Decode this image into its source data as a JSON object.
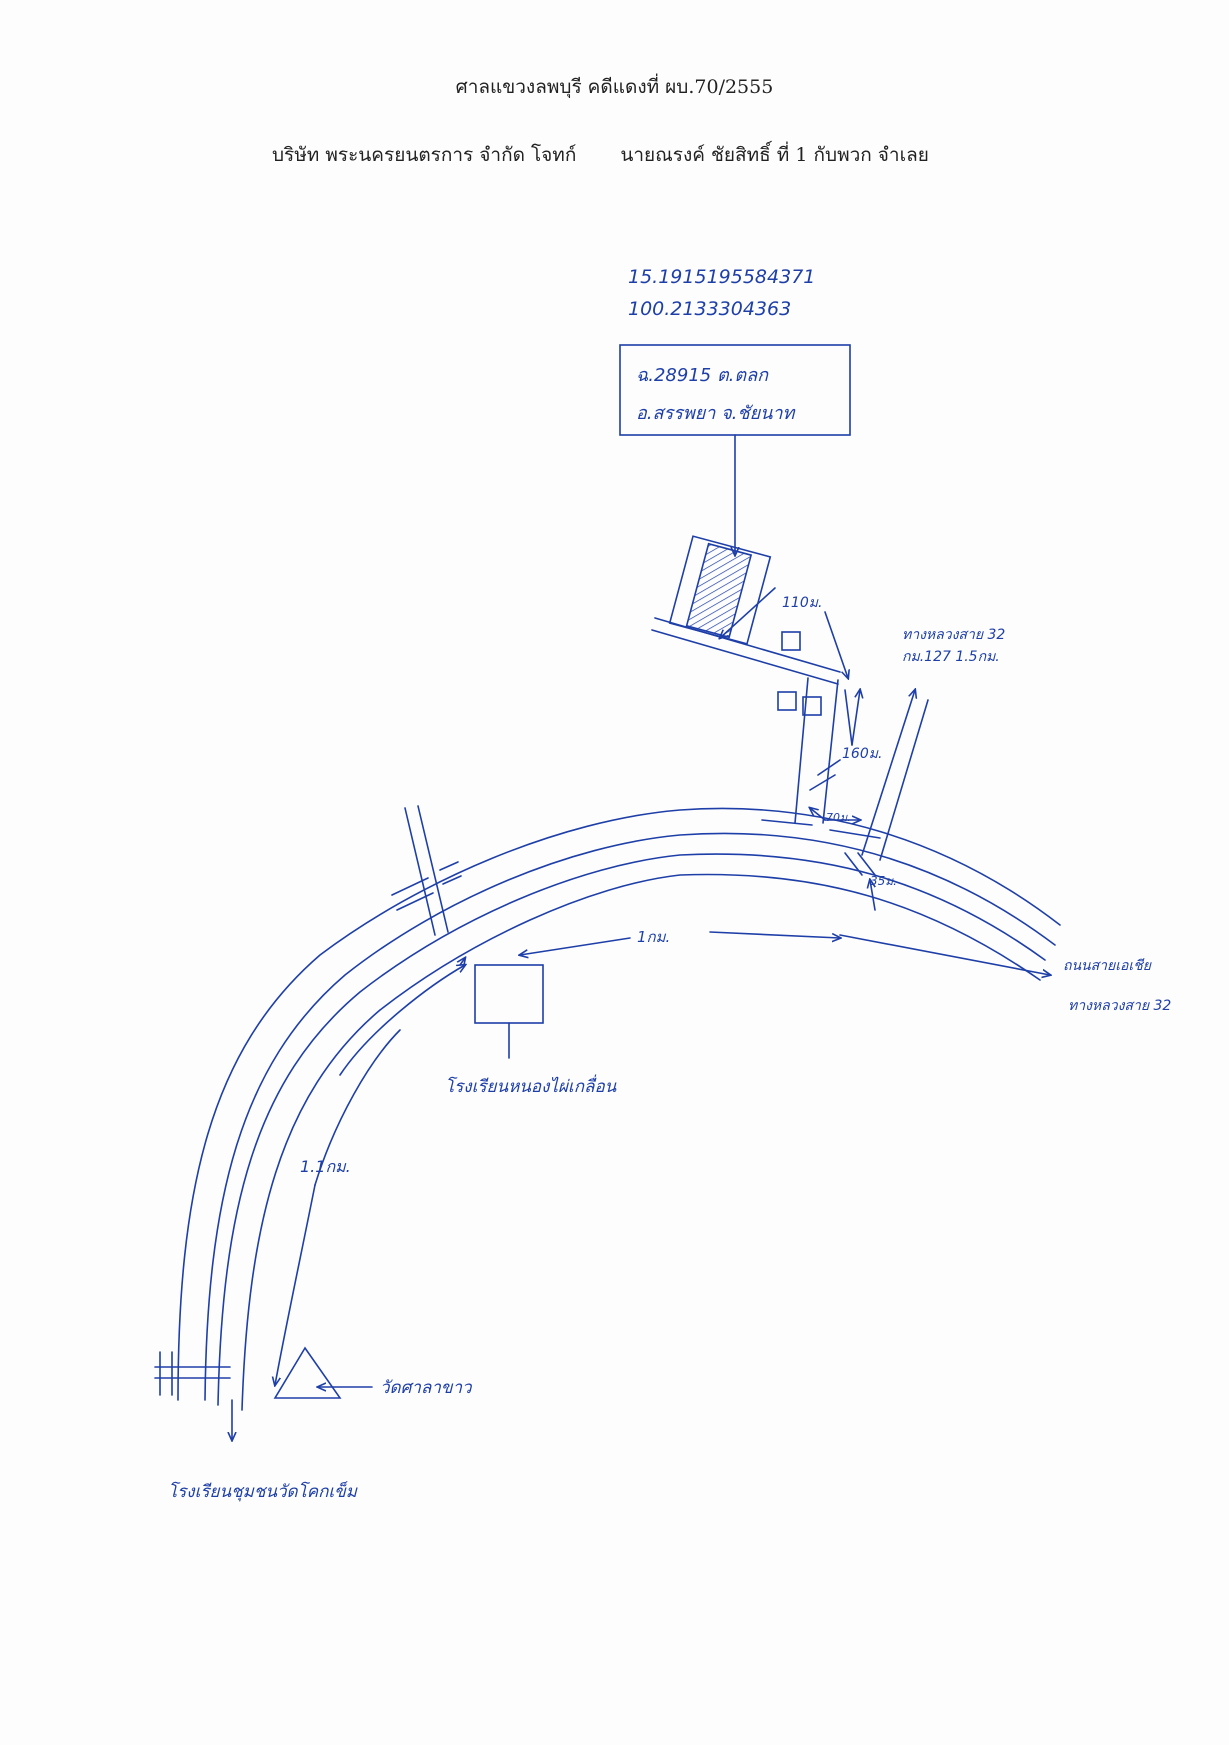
{
  "header": {
    "court_case": "ศาลแขวงลพบุรี คดีแดงที่ ผบ.70/2555",
    "plaintiff": "บริษัท พระนครยนตรการ จำกัด โจทก์",
    "defendant": "นายณรงค์ ชัยสิทธิ์ ที่ 1 กับพวก จำเลย"
  },
  "map": {
    "coordinates": {
      "latitude": "15.1915195584371",
      "longitude": "100.2133304363"
    },
    "deed_box": {
      "line1": "ฉ.28915 ต.ตลก",
      "line2": "อ.สรรพยา จ.ชัยนาท"
    },
    "distances": {
      "d110": "110ม.",
      "d160": "160ม.",
      "d70": "70ม.",
      "d35": "35ม.",
      "d1km": "1กม.",
      "d11km": "1.1กม."
    },
    "highway_top": {
      "line1": "ทางหลวงสาย 32",
      "line2": "กม.127 1.5กม."
    },
    "highway_right": {
      "line1": "ถนนสายเอเชีย",
      "line2": "ทางหลวงสาย 32"
    },
    "school_middle": "โรงเรียนหนองไผ่เกลื่อน",
    "temple": "วัดศาลาขาว",
    "school_bottom": "โรงเรียนชุมชนวัดโคกเข็ม"
  },
  "colors": {
    "ink": "#1e3fa8",
    "typed": "#222222"
  }
}
